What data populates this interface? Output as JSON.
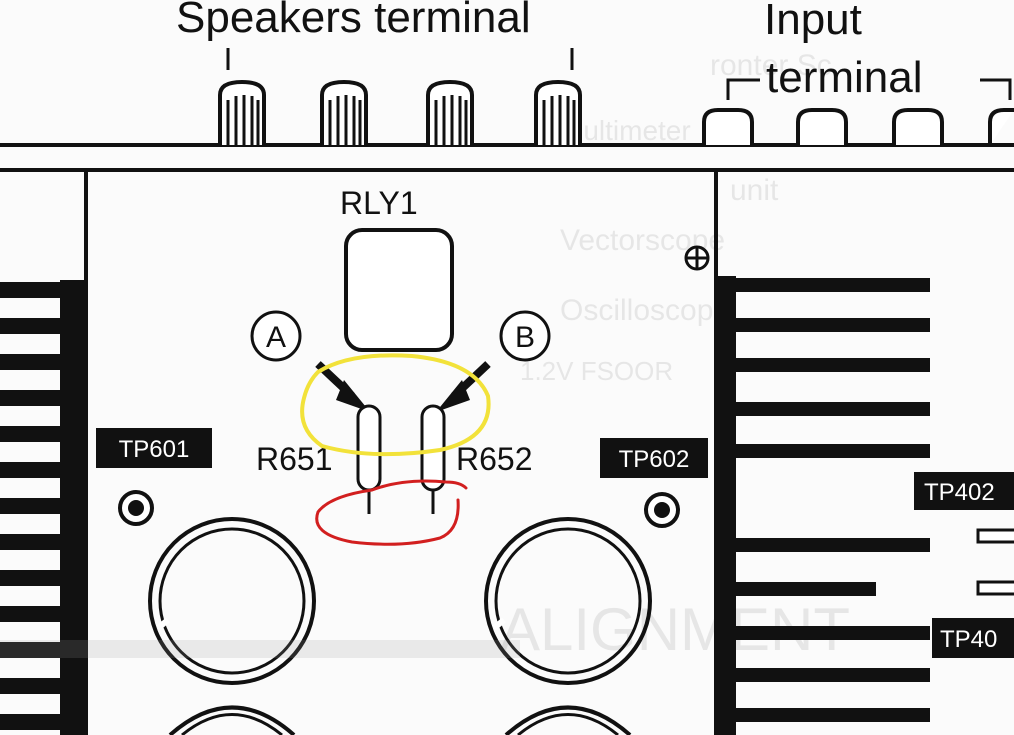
{
  "labels": {
    "speakers_terminal": "Speakers terminal",
    "input_terminal_line1": "Input",
    "input_terminal_line2": "terminal",
    "relay": "RLY1",
    "marker_a": "A",
    "marker_b": "B",
    "resistor_1": "R651",
    "resistor_2": "R652",
    "tp601": "TP601",
    "tp602": "TP602",
    "tp402": "TP402",
    "tp40x": "TP40"
  },
  "colors": {
    "ink": "#111111",
    "annotation_yellow": "#f2e23a",
    "annotation_red": "#d21f1f",
    "tp_label_bg": "#111111"
  }
}
